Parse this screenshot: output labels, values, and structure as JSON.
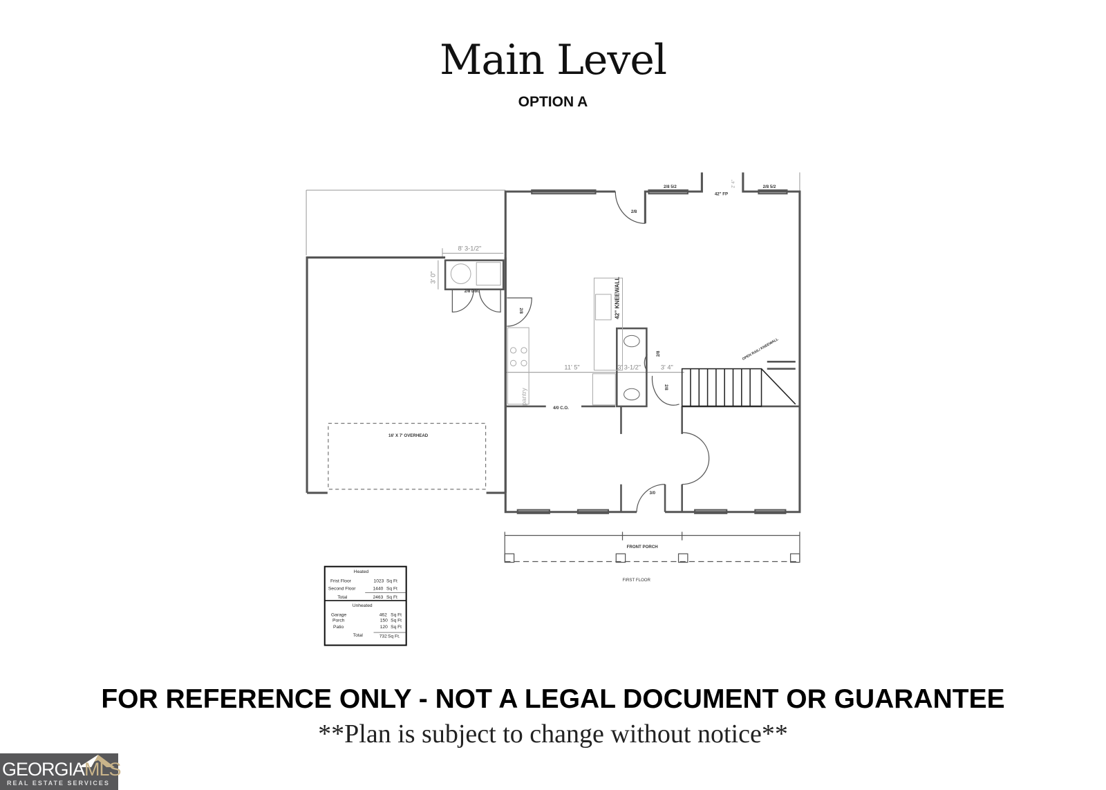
{
  "header": {
    "title": "Main Level",
    "subtitle": "OPTION A"
  },
  "plan": {
    "labels": {
      "rear_door": "2/8",
      "window_left": "2/8 5/2",
      "window_right": "2/8 5/2",
      "fireplace": "42\" FP",
      "fireplace_depth": "2' 4\"",
      "laundry_width": "8' 3-1/2\"",
      "laundry_depth": "3' 0\"",
      "laundry_doors": "2/8 Dbl.",
      "garage_entry_door": "2/8",
      "kneewall": "42\" KNEEWALL",
      "kitchen_width": "11' 5\"",
      "bath_width": "3' 3-1/2\"",
      "hall_width": "3' 4\"",
      "bath_door": "2/8",
      "closet_door": "2/8",
      "open_rail": "OPEN RAIL/ KNEEWALL",
      "pantry": "pantry",
      "cased_opening": "4/0 C.O.",
      "garage_door": "16' X 7' OVERHEAD",
      "front_door": "3/0",
      "front_porch": "FRONT PORCH",
      "floor_name": "FIRST FLOOR"
    },
    "area_table": {
      "heated_header": "Heated",
      "heated": [
        {
          "label": "Frist Floor",
          "value": "1023",
          "unit": "Sq Ft"
        },
        {
          "label": "Second Floor",
          "value": "1440",
          "unit": "Sq Ft"
        }
      ],
      "heated_total": {
        "label": "Total",
        "value": "2463",
        "unit": "Sq Ft"
      },
      "unheated_header": "Unheated",
      "unheated": [
        {
          "label": "Garage",
          "value": "462",
          "unit": "Sq Ft"
        },
        {
          "label": "Porch",
          "value": "150",
          "unit": "Sq Ft"
        },
        {
          "label": "Patio",
          "value": "120",
          "unit": "Sq Ft"
        }
      ],
      "unheated_total": {
        "label": "Total",
        "value": "732",
        "unit": "Sq Ft."
      }
    }
  },
  "footer": {
    "disclaimer": "FOR REFERENCE ONLY - NOT A LEGAL DOCUMENT OR GUARANTEE",
    "note": "**Plan is subject to change without notice**"
  },
  "logo": {
    "text": "GEORGIAMLS",
    "word_a": "GEORGIA",
    "word_b": "MLS",
    "tagline": "REAL ESTATE SERVICES",
    "accent_color": "#c9b48a",
    "bg_color": "#58585a"
  }
}
